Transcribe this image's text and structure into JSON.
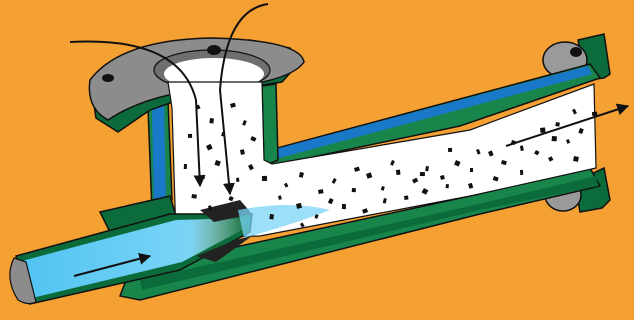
{
  "diagram": {
    "kind": "cutaway",
    "text_labels": [],
    "colors": {
      "background": "#F5A033",
      "body_dark_green": "#0B6B3A",
      "body_green": "#18864A",
      "inner_blue": "#1A78C8",
      "jet_light_blue": "#4FC3F2",
      "chamber_white": "#FFFFFF",
      "flange_gray": "#8C8C8C",
      "outline_black": "#111111",
      "nozzle_tip_black": "#222222"
    },
    "parts": [
      "inlet-flange",
      "suction-chamber",
      "motive-nozzle",
      "diffuser-body",
      "outlet-flange",
      "suction-flow-arrows",
      "motive-flow-arrow",
      "discharge-flow-arrow",
      "entrained-particles"
    ]
  }
}
